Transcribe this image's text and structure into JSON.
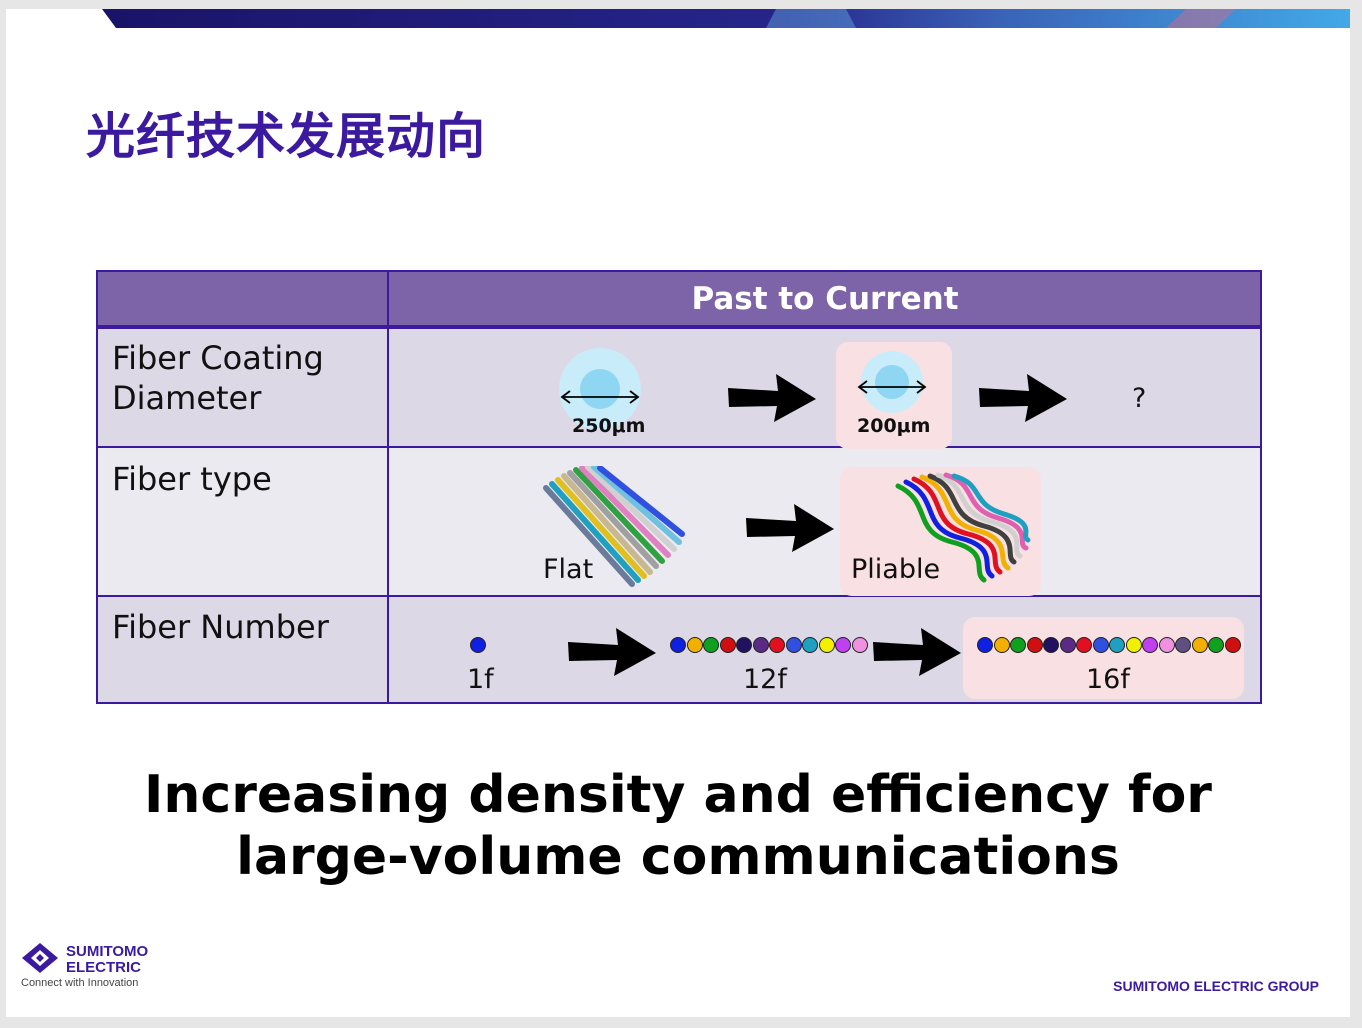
{
  "slide": {
    "title": "光纤技术发展动向",
    "tagline_line1": "Increasing density and efficiency for",
    "tagline_line2": "large-volume communications"
  },
  "table": {
    "header": "Past to Current",
    "rows": [
      {
        "label_line1": "Fiber Coating",
        "label_line2": "Diameter"
      },
      {
        "label_line1": "Fiber type",
        "label_line2": ""
      },
      {
        "label_line1": "Fiber Number",
        "label_line2": ""
      }
    ],
    "coating": {
      "past": "250μm",
      "current": "200μm",
      "future": "?"
    },
    "fiber_type": {
      "past": "Flat",
      "current": "Pliable"
    },
    "fiber_number": {
      "past": "1f",
      "mid": "12f",
      "current": "16f"
    }
  },
  "colors": {
    "brand": "#3b1aa0",
    "header_fill": "#7d63a8",
    "cell_fill": "#dcd8e6",
    "highlight_fill": "#f9e0e2",
    "fiber_colors_16": [
      "#1020e0",
      "#f2b000",
      "#10a020",
      "#d01010",
      "#221060",
      "#5b2a86",
      "#e01020",
      "#3050e0",
      "#20a0c0",
      "#f0f000",
      "#c040f0",
      "#f090e0",
      "#605080",
      "#f2b000",
      "#10a020",
      "#d01010"
    ]
  },
  "footer": {
    "logo_name": "SUMITOMO\nELECTRIC",
    "logo_tagline": "Connect with Innovation",
    "group": "SUMITOMO ELECTRIC GROUP"
  },
  "icons": {
    "arrow": "right-arrow-icon",
    "logo": "sumitomo-logo-icon"
  }
}
